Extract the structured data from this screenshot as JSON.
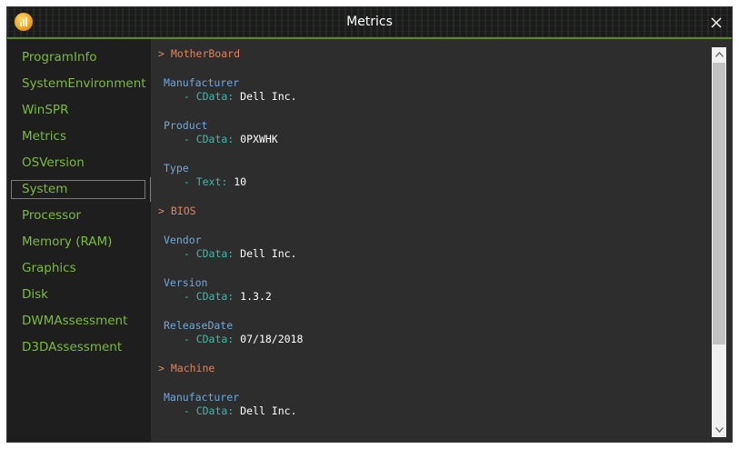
{
  "window": {
    "title": "Metrics",
    "accent_color": "#5e8b1f",
    "icon": "app-chart-icon"
  },
  "sidebar": {
    "items": [
      {
        "label": "ProgramInfo"
      },
      {
        "label": "SystemEnvironment"
      },
      {
        "label": "WinSPR"
      },
      {
        "label": "Metrics"
      },
      {
        "label": "OSVersion"
      },
      {
        "label": "System",
        "selected": true
      },
      {
        "label": "Processor"
      },
      {
        "label": "Memory (RAM)"
      },
      {
        "label": "Graphics"
      },
      {
        "label": "Disk"
      },
      {
        "label": "DWMAssessment"
      },
      {
        "label": "D3DAssessment"
      }
    ],
    "text_color": "#7cbb3a"
  },
  "content": {
    "sections": [
      {
        "header": "> MotherBoard",
        "props": [
          {
            "name": "Manufacturer",
            "kind": "  - CData: ",
            "value": "Dell Inc."
          },
          {
            "name": "Product",
            "kind": "  - CData: ",
            "value": "0PXWHK"
          },
          {
            "name": "Type",
            "kind": "  - Text: ",
            "value": "10"
          }
        ]
      },
      {
        "header": "> BIOS",
        "props": [
          {
            "name": "Vendor",
            "kind": "  - CData: ",
            "value": "Dell Inc."
          },
          {
            "name": "Version",
            "kind": "  - CData: ",
            "value": "1.3.2"
          },
          {
            "name": "ReleaseDate",
            "kind": "  - CData: ",
            "value": "07/18/2018"
          }
        ]
      },
      {
        "header": "> Machine",
        "props": [
          {
            "name": "Manufacturer",
            "kind": "  - CData: ",
            "value": "Dell Inc."
          }
        ]
      }
    ],
    "colors": {
      "section": "#e2835a",
      "property": "#6fa8dc",
      "kind": "#3fb8a9",
      "value": "#ffffff"
    }
  },
  "scrollbar": {
    "up_icon": "chevron-up-icon",
    "down_icon": "chevron-down-icon"
  }
}
